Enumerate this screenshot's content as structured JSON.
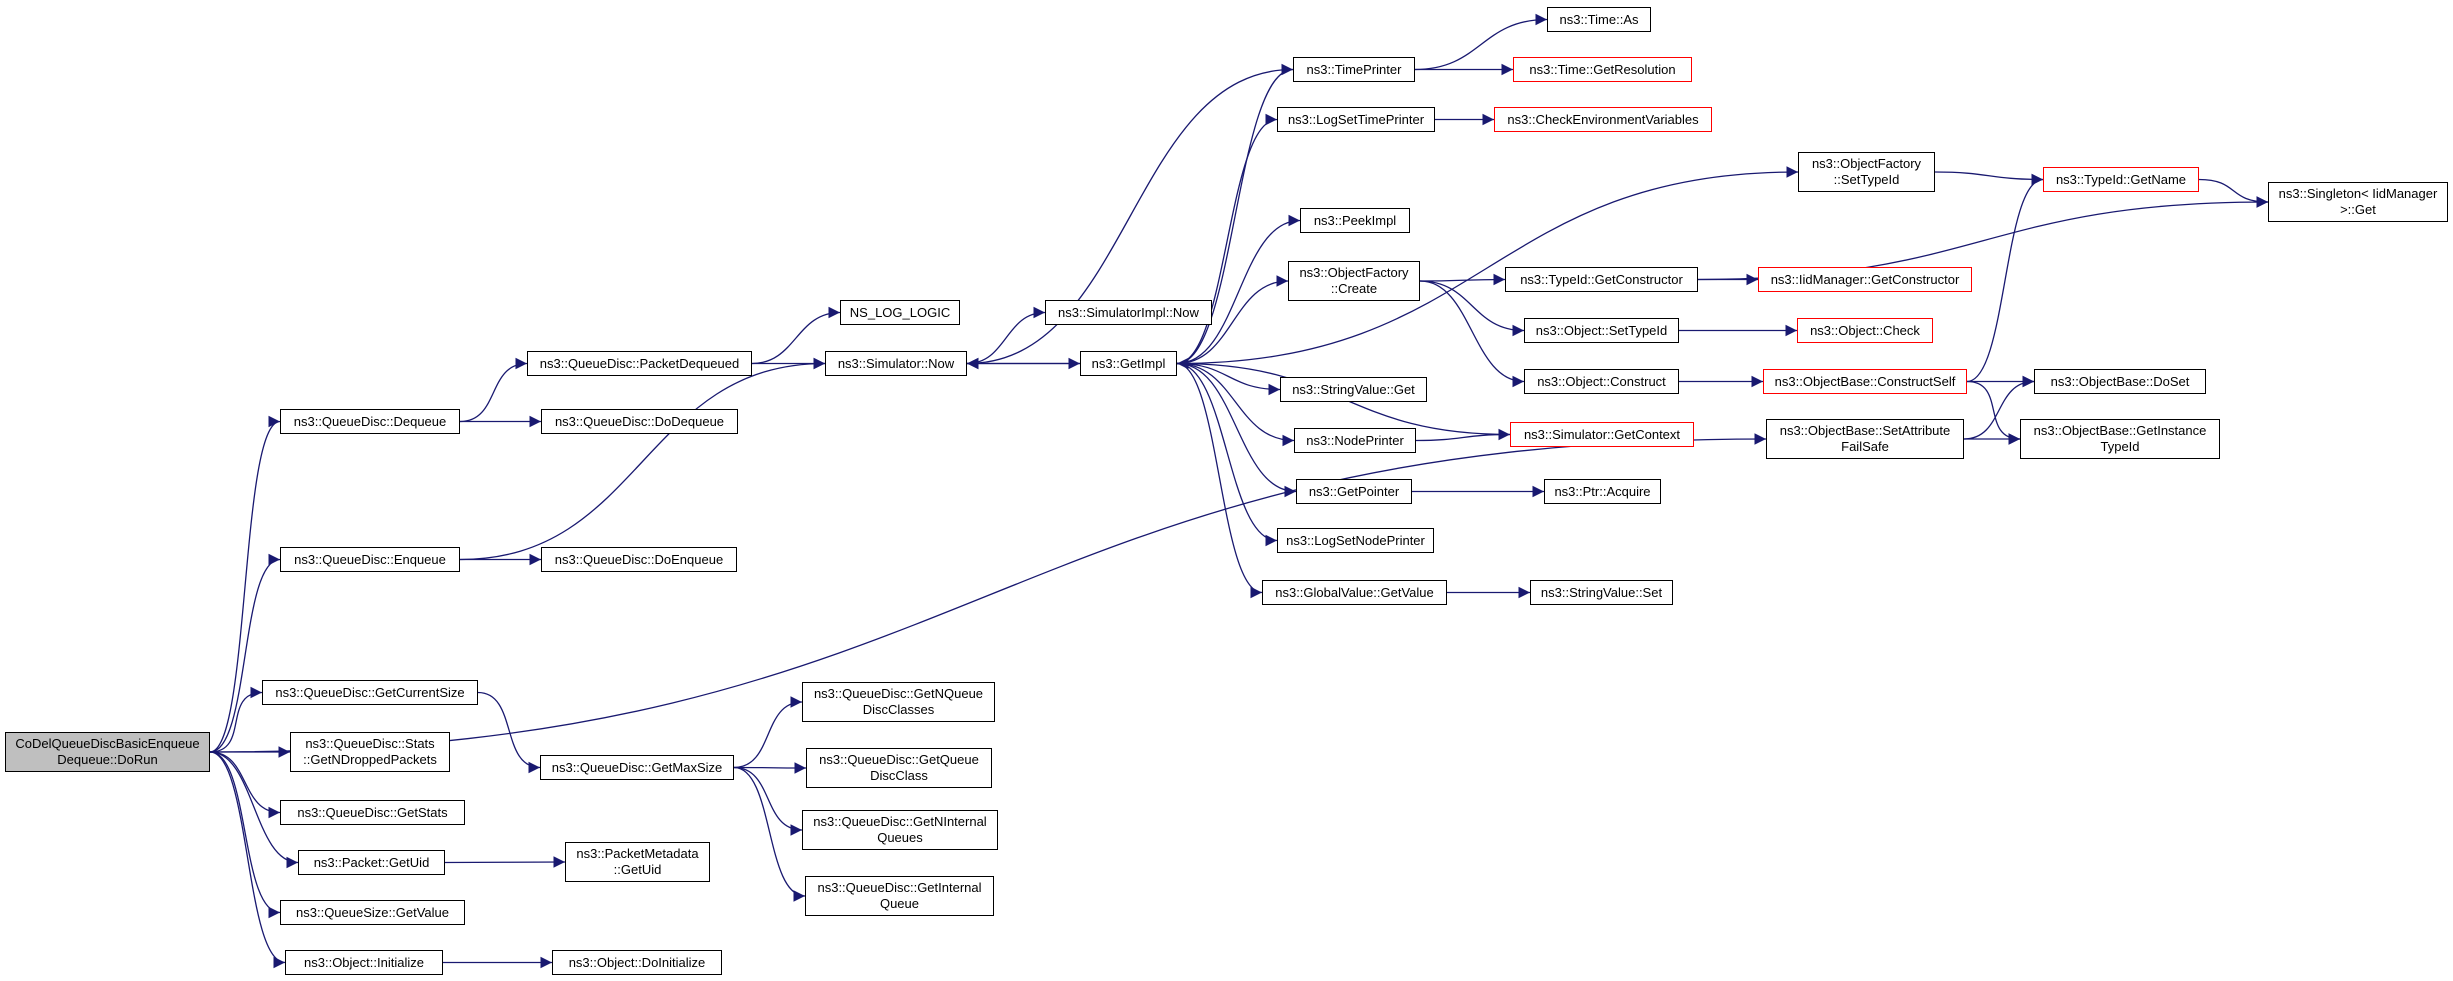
{
  "colors": {
    "edge": "#191970",
    "border": "#000000",
    "external_border": "#ff0000",
    "root_fill": "#bfbfbf"
  },
  "nodes": {
    "root": "CoDelQueueDiscBasicEnqueue\nDequeue::DoRun",
    "dequeue": "ns3::QueueDisc::Dequeue",
    "enqueue": "ns3::QueueDisc::Enqueue",
    "getcurrentsize": "ns3::QueueDisc::GetCurrentSize",
    "stats_getndropped": "ns3::QueueDisc::Stats\n::GetNDroppedPackets",
    "getstats": "ns3::QueueDisc::GetStats",
    "packet_getuid": "ns3::Packet::GetUid",
    "queuesize_getvalue": "ns3::QueueSize::GetValue",
    "object_initialize": "ns3::Object::Initialize",
    "packetdequeued": "ns3::QueueDisc::PacketDequeued",
    "dodequeue": "ns3::QueueDisc::DoDequeue",
    "doenqueue": "ns3::QueueDisc::DoEnqueue",
    "getmaxsize": "ns3::QueueDisc::GetMaxSize",
    "packetmetadata_getuid": "ns3::PacketMetadata\n::GetUid",
    "object_doinitialize": "ns3::Object::DoInitialize",
    "ns_log_logic": "NS_LOG_LOGIC",
    "simulator_now": "ns3::Simulator::Now",
    "getnqueuediscclasses": "ns3::QueueDisc::GetNQueue\nDiscClasses",
    "getqueuediscclass": "ns3::QueueDisc::GetQueue\nDiscClass",
    "getninternalqueues": "ns3::QueueDisc::GetNInternal\nQueues",
    "getinternalqueue": "ns3::QueueDisc::GetInternal\nQueue",
    "simulatorimpl_now": "ns3::SimulatorImpl::Now",
    "getimpl": "ns3::GetImpl",
    "timeprinter": "ns3::TimePrinter",
    "logsettimeprinter": "ns3::LogSetTimePrinter",
    "peekimpl": "ns3::PeekImpl",
    "objectfactory_create": "ns3::ObjectFactory\n::Create",
    "stringvalue_get": "ns3::StringValue::Get",
    "nodeprinter": "ns3::NodePrinter",
    "getpointer": "ns3::GetPointer",
    "logsetnodeprinter": "ns3::LogSetNodePrinter",
    "globalvalue_getvalue": "ns3::GlobalValue::GetValue",
    "time_as": "ns3::Time::As",
    "time_getresolution": "ns3::Time::GetResolution",
    "checkenvvars": "ns3::CheckEnvironmentVariables",
    "typeid_getconstructor": "ns3::TypeId::GetConstructor",
    "object_settypeid": "ns3::Object::SetTypeId",
    "object_construct": "ns3::Object::Construct",
    "simulator_getcontext": "ns3::Simulator::GetContext",
    "ptr_acquire": "ns3::Ptr::Acquire",
    "stringvalue_set": "ns3::StringValue::Set",
    "objectfactory_settypeid": "ns3::ObjectFactory\n::SetTypeId",
    "iidmanager_getconstructor": "ns3::IidManager::GetConstructor",
    "object_check": "ns3::Object::Check",
    "objectbase_constructself": "ns3::ObjectBase::ConstructSelf",
    "objectbase_setattributefailsafe": "ns3::ObjectBase::SetAttribute\nFailSafe",
    "typeid_getname": "ns3::TypeId::GetName",
    "objectbase_doset": "ns3::ObjectBase::DoSet",
    "objectbase_getinstancetypeid": "ns3::ObjectBase::GetInstance\nTypeId",
    "singleton_get": "ns3::Singleton< IidManager\n>::Get"
  },
  "external": [
    "time_getresolution",
    "checkenvvars",
    "iidmanager_getconstructor",
    "object_check",
    "simulator_getcontext",
    "objectbase_constructself",
    "typeid_getname"
  ],
  "edges": [
    [
      "root",
      "dequeue"
    ],
    [
      "root",
      "enqueue"
    ],
    [
      "root",
      "getcurrentsize"
    ],
    [
      "root",
      "stats_getndropped"
    ],
    [
      "root",
      "getstats"
    ],
    [
      "root",
      "packet_getuid"
    ],
    [
      "root",
      "queuesize_getvalue"
    ],
    [
      "root",
      "object_initialize"
    ],
    [
      "root",
      "objectbase_setattributefailsafe"
    ],
    [
      "dequeue",
      "packetdequeued"
    ],
    [
      "dequeue",
      "dodequeue"
    ],
    [
      "enqueue",
      "simulator_now"
    ],
    [
      "enqueue",
      "doenqueue"
    ],
    [
      "getcurrentsize",
      "getmaxsize"
    ],
    [
      "packet_getuid",
      "packetmetadata_getuid"
    ],
    [
      "object_initialize",
      "object_doinitialize"
    ],
    [
      "packetdequeued",
      "ns_log_logic"
    ],
    [
      "packetdequeued",
      "simulator_now"
    ],
    [
      "getmaxsize",
      "getnqueuediscclasses"
    ],
    [
      "getmaxsize",
      "getqueuediscclass"
    ],
    [
      "getmaxsize",
      "getninternalqueues"
    ],
    [
      "getmaxsize",
      "getinternalqueue"
    ],
    [
      "simulator_now",
      "simulatorimpl_now"
    ],
    [
      "simulator_now",
      "getimpl"
    ],
    [
      "getimpl",
      "timeprinter"
    ],
    [
      "getimpl",
      "logsettimeprinter"
    ],
    [
      "getimpl",
      "objectfactory_settypeid"
    ],
    [
      "getimpl",
      "peekimpl"
    ],
    [
      "getimpl",
      "objectfactory_create"
    ],
    [
      "getimpl",
      "stringvalue_get"
    ],
    [
      "getimpl",
      "nodeprinter"
    ],
    [
      "getimpl",
      "getpointer"
    ],
    [
      "getimpl",
      "logsetnodeprinter"
    ],
    [
      "getimpl",
      "globalvalue_getvalue"
    ],
    [
      "getimpl",
      "simulator_now"
    ],
    [
      "timeprinter",
      "time_as"
    ],
    [
      "timeprinter",
      "time_getresolution"
    ],
    [
      "timeprinter",
      "simulator_now"
    ],
    [
      "logsettimeprinter",
      "checkenvvars"
    ],
    [
      "objectfactory_create",
      "typeid_getconstructor"
    ],
    [
      "objectfactory_create",
      "object_settypeid"
    ],
    [
      "objectfactory_create",
      "object_construct"
    ],
    [
      "nodeprinter",
      "simulator_getcontext"
    ],
    [
      "simulator_getcontext",
      "getimpl"
    ],
    [
      "getpointer",
      "ptr_acquire"
    ],
    [
      "globalvalue_getvalue",
      "stringvalue_set"
    ],
    [
      "typeid_getconstructor",
      "iidmanager_getconstructor"
    ],
    [
      "typeid_getconstructor",
      "singleton_get"
    ],
    [
      "object_settypeid",
      "object_check"
    ],
    [
      "object_construct",
      "objectbase_constructself"
    ],
    [
      "objectfactory_settypeid",
      "typeid_getname"
    ],
    [
      "typeid_getname",
      "singleton_get"
    ],
    [
      "objectbase_constructself",
      "typeid_getname"
    ],
    [
      "objectbase_constructself",
      "objectbase_doset"
    ],
    [
      "objectbase_constructself",
      "objectbase_getinstancetypeid"
    ],
    [
      "objectbase_setattributefailsafe",
      "objectbase_doset"
    ],
    [
      "objectbase_setattributefailsafe",
      "objectbase_getinstancetypeid"
    ]
  ]
}
